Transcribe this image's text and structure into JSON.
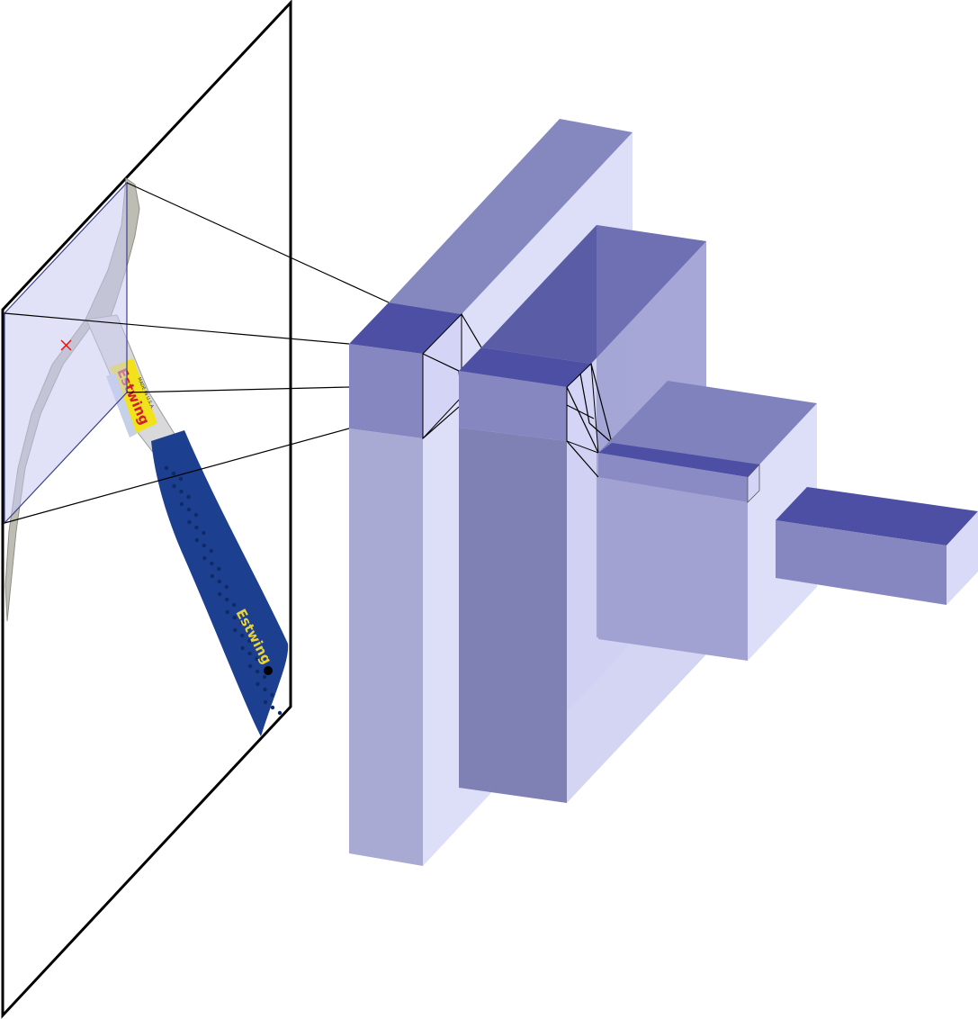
{
  "diagram": {
    "type": "convolutional-neural-network-3d-illustration",
    "input_image": {
      "subject": "hammer-icon",
      "handle_brand_text": "Estwing",
      "label_brand_text": "Estwing",
      "label_small_text": "MADE IN U.S.A.",
      "handle_color": "#1c3f8f",
      "label_color": "#f2e21c",
      "label_text_color": "#d11e2e"
    },
    "receptive_field_marker": "×",
    "colors": {
      "marker": "#e8151b",
      "volume_top": "#4c4fa3",
      "volume_front": "#8585c0",
      "volume_side": "#d4d5f6",
      "volume_lower_front": "#a8a9d4",
      "outline": "#000000"
    },
    "layers": [
      {
        "name": "input-image-plane"
      },
      {
        "name": "conv-volume-1"
      },
      {
        "name": "conv-volume-2"
      },
      {
        "name": "conv-volume-3"
      },
      {
        "name": "dense-output-block"
      }
    ]
  }
}
